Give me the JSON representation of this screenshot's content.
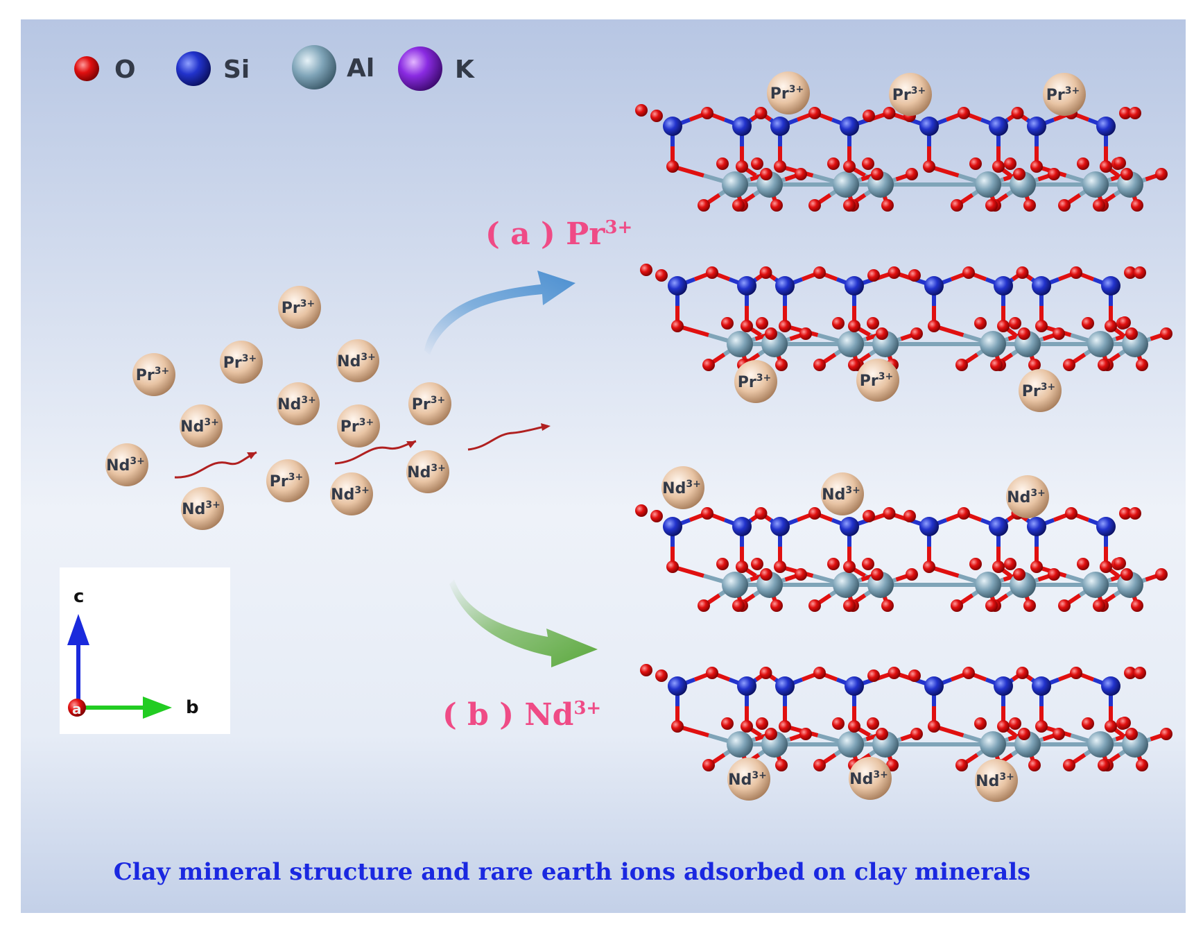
{
  "legend": [
    {
      "symbol": "O",
      "color": "#e01010"
    },
    {
      "symbol": "Si",
      "color": "#2233cc"
    },
    {
      "symbol": "Al",
      "color": "#7fa4b8"
    },
    {
      "symbol": "K",
      "color": "#8a2be2"
    }
  ],
  "ions": {
    "pr": {
      "base": "Pr",
      "charge": "3+",
      "color": "#e8c4a4"
    },
    "nd": {
      "base": "Nd",
      "charge": "3+",
      "color": "#e8c4a4"
    }
  },
  "panels": {
    "a": {
      "prefix": "( a ) ",
      "base": "Pr",
      "charge": "3+"
    },
    "b": {
      "prefix": "( b ) ",
      "base": "Nd",
      "charge": "3+"
    }
  },
  "axes": {
    "c": "c",
    "b": "b",
    "a": "a"
  },
  "caption": "Clay mineral structure and rare earth ions adsorbed on clay minerals",
  "colors": {
    "accent_pink": "#ef4b86",
    "caption_blue": "#1a28e0",
    "arrow_blue": "#5b9bd5",
    "arrow_green": "#6ab04c",
    "wave_red": "#b02020",
    "oxygen": "#e01010",
    "silicon": "#2233cc",
    "aluminum": "#7fa4b8"
  }
}
